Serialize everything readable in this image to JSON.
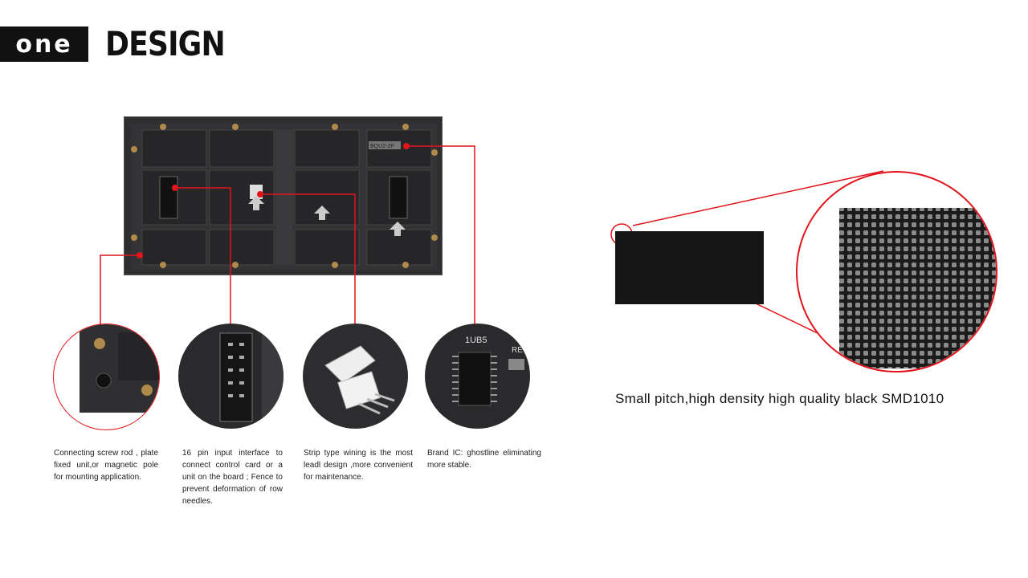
{
  "header": {
    "badge": "one",
    "title": "DESIGN"
  },
  "panel": {
    "labels": [
      "BQU2-2P"
    ]
  },
  "features": [
    {
      "caption": "Connecting screw rod , plate fixed unit,or magnetic pole for mounting application."
    },
    {
      "caption": "16 pin input interface to connect control card or a unit on the board ; Fence to prevent deformation of row needles."
    },
    {
      "caption": "Strip type wining is the most leadl design ,more convenient for maintenance."
    },
    {
      "caption": "Brand IC: ghostline eliminating more stable.",
      "chip_label": "1UB5",
      "side_label": "RE"
    }
  ],
  "detail": {
    "caption": "Small pitch,high density high quality black SMD1010"
  },
  "colors": {
    "accent": "#e1141b",
    "panel": "#2e2e30",
    "text": "#111111"
  }
}
